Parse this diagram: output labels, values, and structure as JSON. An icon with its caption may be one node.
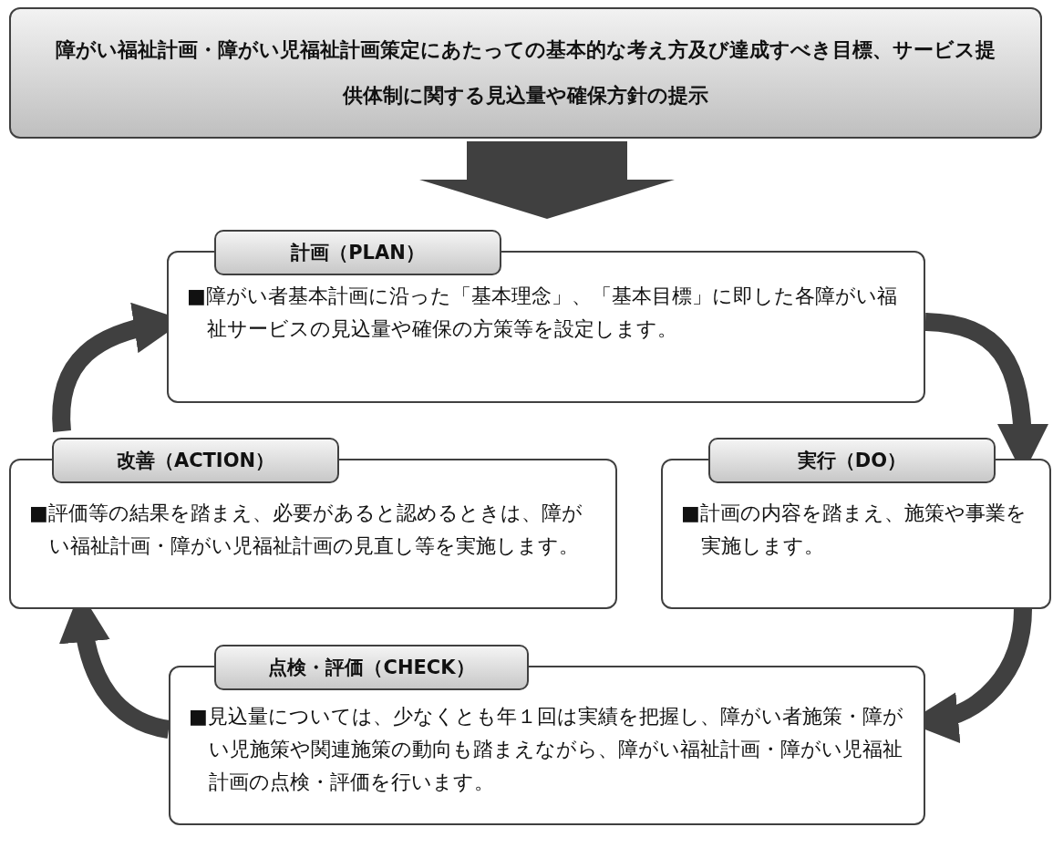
{
  "diagram": {
    "nodes": [
      {
        "text": [
          "障がい福祉計画・障がい児福祉計画策定にあたっての基本的な考え方及び達成すべき目標、サービス提供体制に関する見込量や確保方針の提示"
        ]
      },
      {
        "text": [
          "計画（PLAN）",
          "■障がい者基本計画に沿った「基本理念」、「基本目標」に即した各障がい福祉サービスの見込量や確保の方策等を設定します。"
        ]
      },
      {
        "text": [
          "改善（ACTION）",
          "■評価等の結果を踏まえ、必要があると認めるときは、障がい福祉計画・障がい児福祉計画の見直し等を実施します。"
        ]
      },
      {
        "text": [
          "実行（DO）",
          "■計画の内容を踏まえ、施策や事業を実施します。"
        ]
      },
      {
        "text": [
          "点検・評価（CHECK）",
          "■見込量については、少なくとも年１回は実績を把握し、障がい者施策・障がい児施策や関連施策の動向も踏まえながら、障がい福祉計画・障がい児福祉計画の点検・評価を行います。"
        ]
      }
    ],
    "edges": [
      {
        "from": 0,
        "to": 1,
        "arrow": "to",
        "style": "thick"
      },
      {
        "from": 1,
        "to": 3,
        "arrow": "to"
      },
      {
        "from": 3,
        "to": 4,
        "arrow": "to"
      },
      {
        "from": 4,
        "to": 2,
        "arrow": "to"
      },
      {
        "from": 2,
        "to": 1,
        "arrow": "to"
      }
    ]
  }
}
